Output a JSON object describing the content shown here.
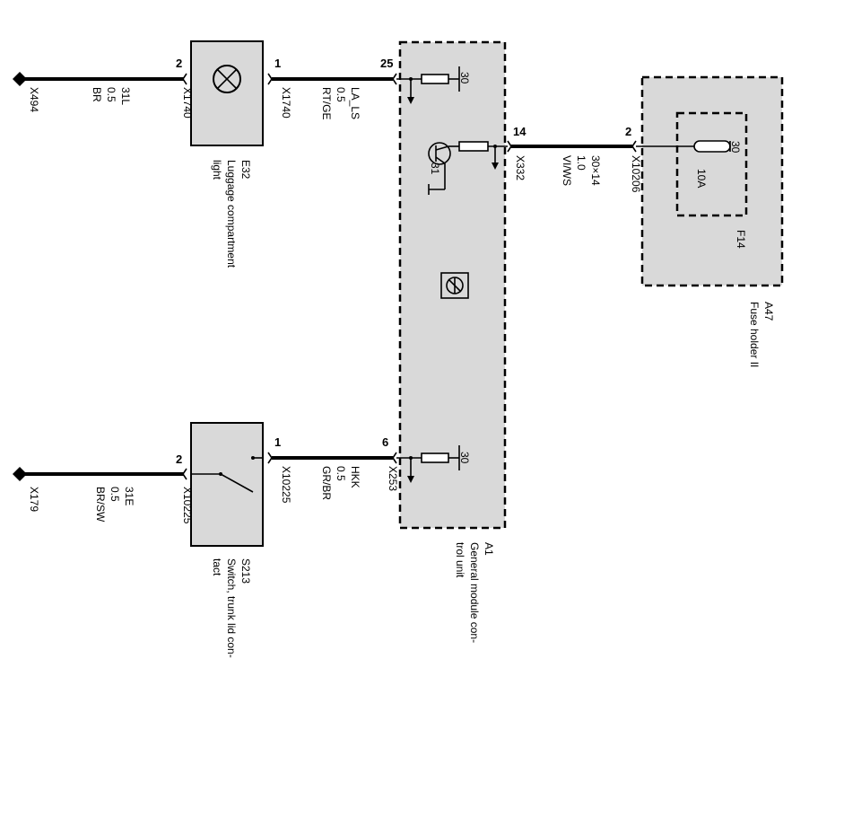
{
  "components": {
    "e32": {
      "code": "E32",
      "name_line1": "Luggage compartment",
      "name_line2": "light"
    },
    "s213": {
      "code": "S213",
      "name_line1": "Switch, trunk lid con-",
      "name_line2": "tact"
    },
    "a1": {
      "code": "A1",
      "name_line1": "General module con-",
      "name_line2": "trol unit"
    },
    "a47": {
      "code": "A47",
      "name_line1": "Fuse holder II"
    },
    "f14": {
      "code": "F14",
      "rating": "10A",
      "terminal": "30"
    }
  },
  "grounds": {
    "x494": "X494",
    "x179": "X179"
  },
  "wires": {
    "e32_ground": {
      "circuit": "31L",
      "size": "0.5",
      "color": "BR"
    },
    "e32_to_a1": {
      "circuit": "LA_LS",
      "size": "0.5",
      "color": "RT/GE"
    },
    "s213_ground": {
      "circuit": "31E",
      "size": "0.5",
      "color": "BR/SW"
    },
    "s213_to_a1": {
      "circuit": "HKK",
      "size": "0.5",
      "color": "GR/BR"
    },
    "a1_to_fuse": {
      "circuit": "30×14",
      "size": "1.0",
      "color": "VI/WS"
    }
  },
  "connectors": {
    "e32_left": {
      "pin": "2",
      "name": "X1740"
    },
    "e32_right": {
      "pin": "1",
      "name": "X1740"
    },
    "a1_top": {
      "pin": "25",
      "name": ""
    },
    "a1_fuse": {
      "pin": "14",
      "name": "X332"
    },
    "fuse_in": {
      "pin": "2",
      "name": "X10206"
    },
    "s213_left": {
      "pin": "2",
      "name": "X10225"
    },
    "s213_right": {
      "pin": "1",
      "name": "X10225"
    },
    "a1_bottom": {
      "pin": "6",
      "name": "X253"
    }
  },
  "internal_labels": {
    "top_resistor_terminal": "30",
    "bottom_resistor_terminal": "30",
    "transistor_ground": "31"
  }
}
